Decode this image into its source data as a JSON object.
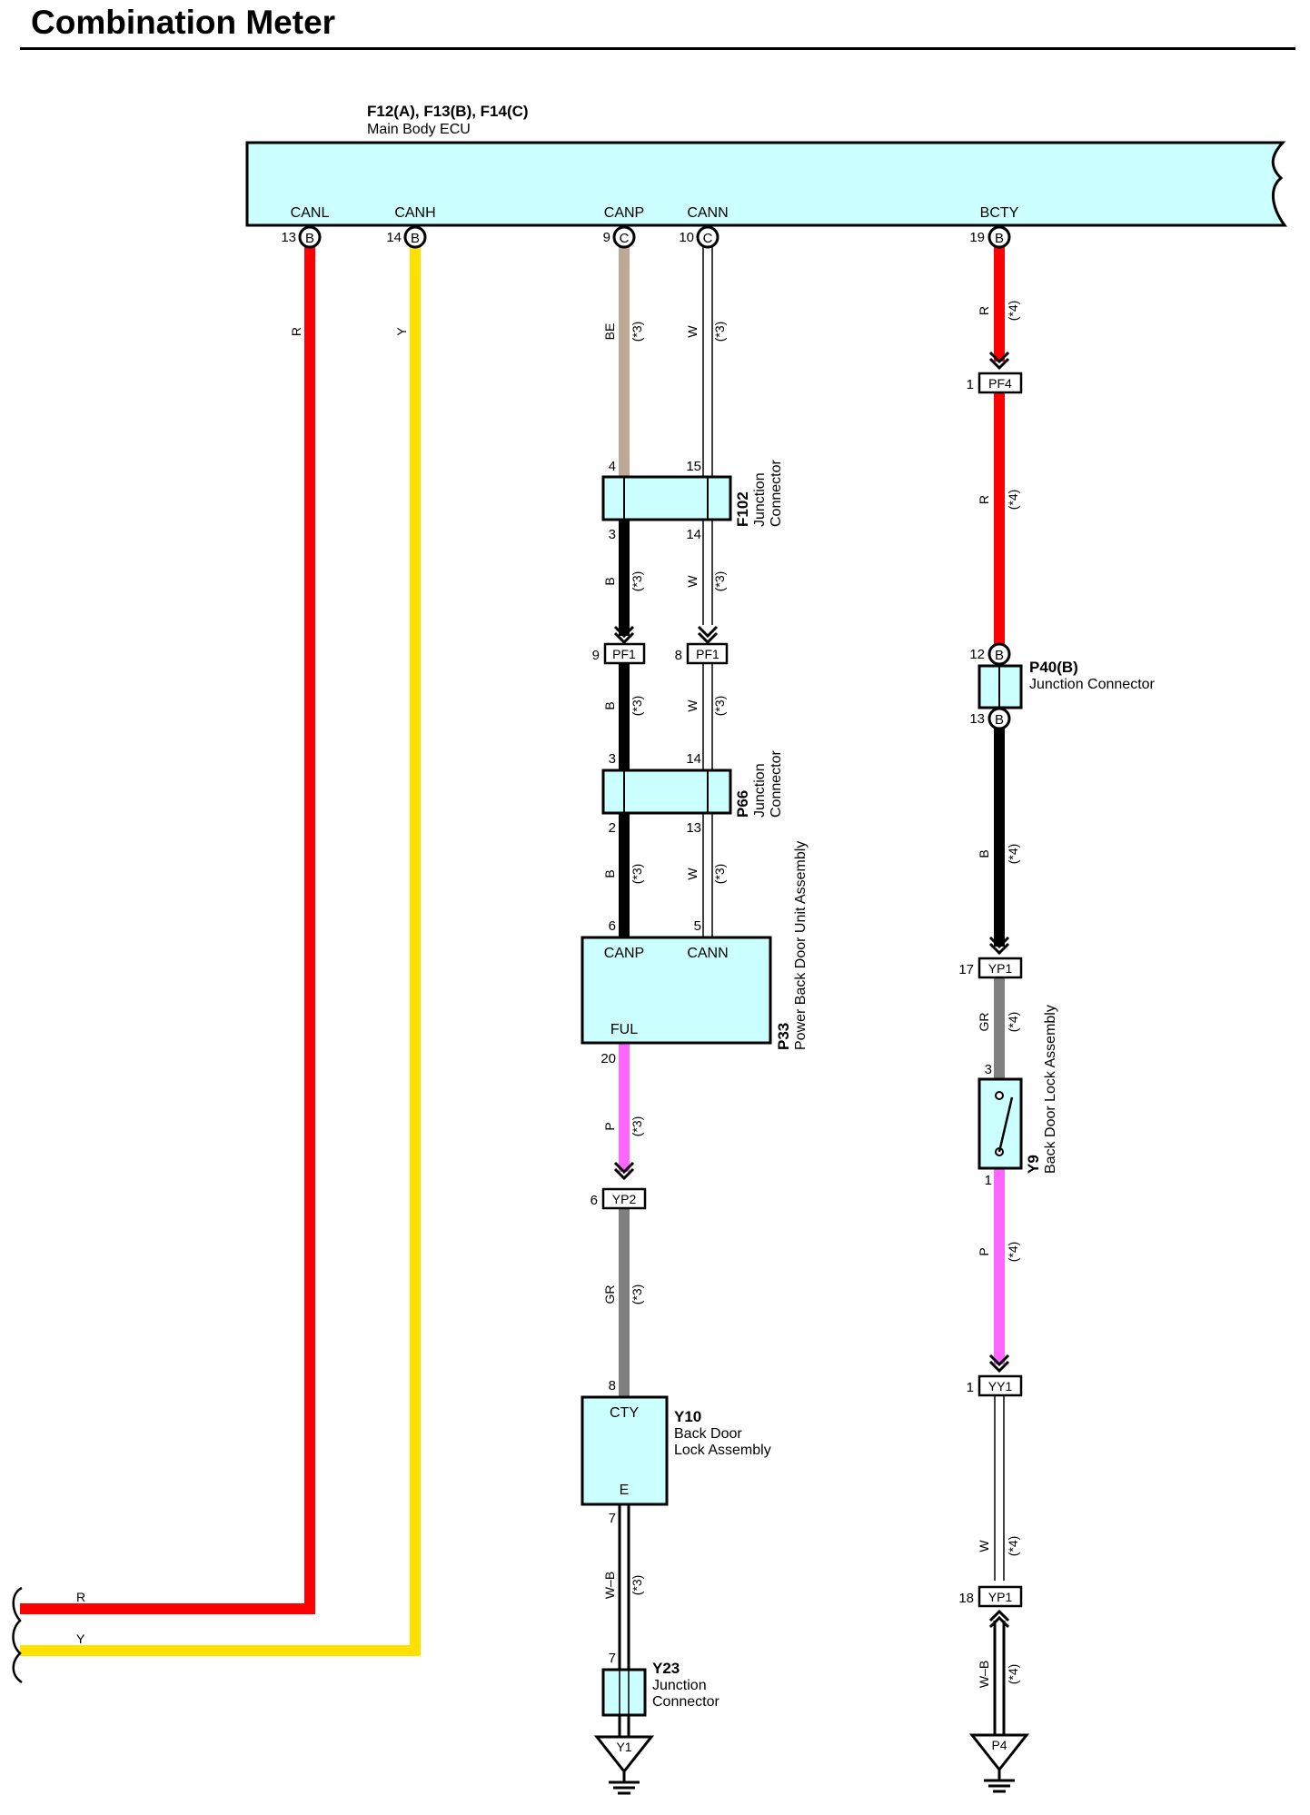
{
  "title": "Combination Meter",
  "ecu": {
    "id": "F12(A), F13(B), F14(C)",
    "name": "Main Body ECU",
    "pins": [
      {
        "label": "CANL",
        "num": "13",
        "conn": "B"
      },
      {
        "label": "CANH",
        "num": "14",
        "conn": "B"
      },
      {
        "label": "CANP",
        "num": "9",
        "conn": "C"
      },
      {
        "label": "CANN",
        "num": "10",
        "conn": "C"
      },
      {
        "label": "BCTY",
        "num": "19",
        "conn": "B"
      }
    ]
  },
  "wire_colors": {
    "R": "R",
    "Y": "Y",
    "BE": "BE",
    "W": "W",
    "B": "B",
    "P": "P",
    "GR": "GR",
    "WB": "W–B"
  },
  "notes": {
    "n3": "(*3)",
    "n4": "(*4)"
  },
  "connectors": {
    "f102": {
      "id": "F102",
      "name": "Junction",
      "name2": "Connector",
      "pin_in_l": "4",
      "pin_in_r": "15",
      "pin_out_l": "3",
      "pin_out_r": "14"
    },
    "pf1": {
      "tag": "PF1",
      "pin_l": "9",
      "pin_r": "8"
    },
    "p66": {
      "id": "P66",
      "name": "Junction",
      "name2": "Connector",
      "pin_in_l": "3",
      "pin_in_r": "14",
      "pin_out_l": "2",
      "pin_out_r": "13"
    },
    "p33": {
      "id": "P33",
      "name": "Power Back Door Unit Assembly",
      "pin_canp": "6",
      "pin_cann": "5",
      "canp": "CANP",
      "cann": "CANN",
      "ful": "FUL",
      "pin_ful": "20"
    },
    "yp2": {
      "tag": "YP2",
      "pin": "6"
    },
    "y10": {
      "id": "Y10",
      "name": "Back Door",
      "name2": "Lock Assembly",
      "cty": "CTY",
      "e": "E",
      "pin_cty": "8",
      "pin_e": "7"
    },
    "y23": {
      "id": "Y23",
      "name": "Junction",
      "name2": "Connector",
      "pin": "7"
    },
    "y1": {
      "tag": "Y1"
    },
    "pf4": {
      "tag": "PF4",
      "pin": "1"
    },
    "p40": {
      "id": "P40(B)",
      "name": "Junction Connector",
      "pin_in": "12",
      "pin_out": "13",
      "conn": "B"
    },
    "yp1a": {
      "tag": "YP1",
      "pin": "17"
    },
    "y9": {
      "id": "Y9",
      "name": "Back Door Lock Assembly",
      "pin_in": "3",
      "pin_out": "1"
    },
    "yy1": {
      "tag": "YY1",
      "pin": "1"
    },
    "yp1b": {
      "tag": "YP1",
      "pin": "18"
    },
    "p4": {
      "tag": "P4"
    }
  },
  "left_exit": {
    "r": "R",
    "y": "Y"
  },
  "colors": {
    "red": "#ff0000",
    "yellow": "#ffe100",
    "beige": "#bda995",
    "pink": "#ff66ff",
    "gray": "#808080",
    "black": "#000000",
    "fill": "#ccffff"
  }
}
